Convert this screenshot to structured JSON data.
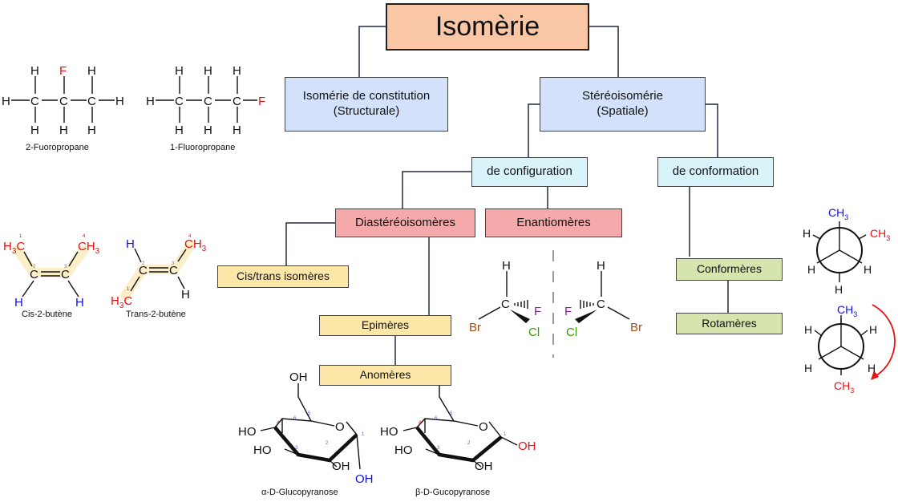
{
  "title": "Isomèrie",
  "nodes": {
    "constitution": "Isomérie de constitution\n(Structurale)",
    "stereo": "Stéréoisomérie\n(Spatiale)",
    "configuration": "de configuration",
    "conformation": "de conformation",
    "diastereo": "Diastéréoisomères",
    "enantio": "Enantiomères",
    "cistrans": "Cis/trans isomères",
    "epimeres": "Epimères",
    "anomeres": "Anomères",
    "conformeres": "Conformères",
    "rotameres": "Rotamères"
  },
  "captions": {
    "fluoro2": "2-Fuoropropane",
    "fluoro1": "1-Fluoropropane",
    "cis": "Cis-2-butène",
    "trans": "Trans-2-butène",
    "alpha": "α-D-Glucopyranose",
    "beta": "β-D-Gucopyranose"
  },
  "atoms": {
    "H": "H",
    "C": "C",
    "F": "F",
    "Br": "Br",
    "Cl": "Cl",
    "OH": "OH",
    "HO": "HO",
    "O": "O",
    "CH": "CH",
    "sub3": "3",
    "n1": "1",
    "n2": "2",
    "n3": "3",
    "n4": "4",
    "n5": "5",
    "n6": "6"
  },
  "colors": {
    "red": "#e81010",
    "blue": "#1010e0",
    "green": "#33a000",
    "brown": "#a24d0e",
    "purple": "#8a1aa0",
    "highlight": "#fbeec8"
  }
}
